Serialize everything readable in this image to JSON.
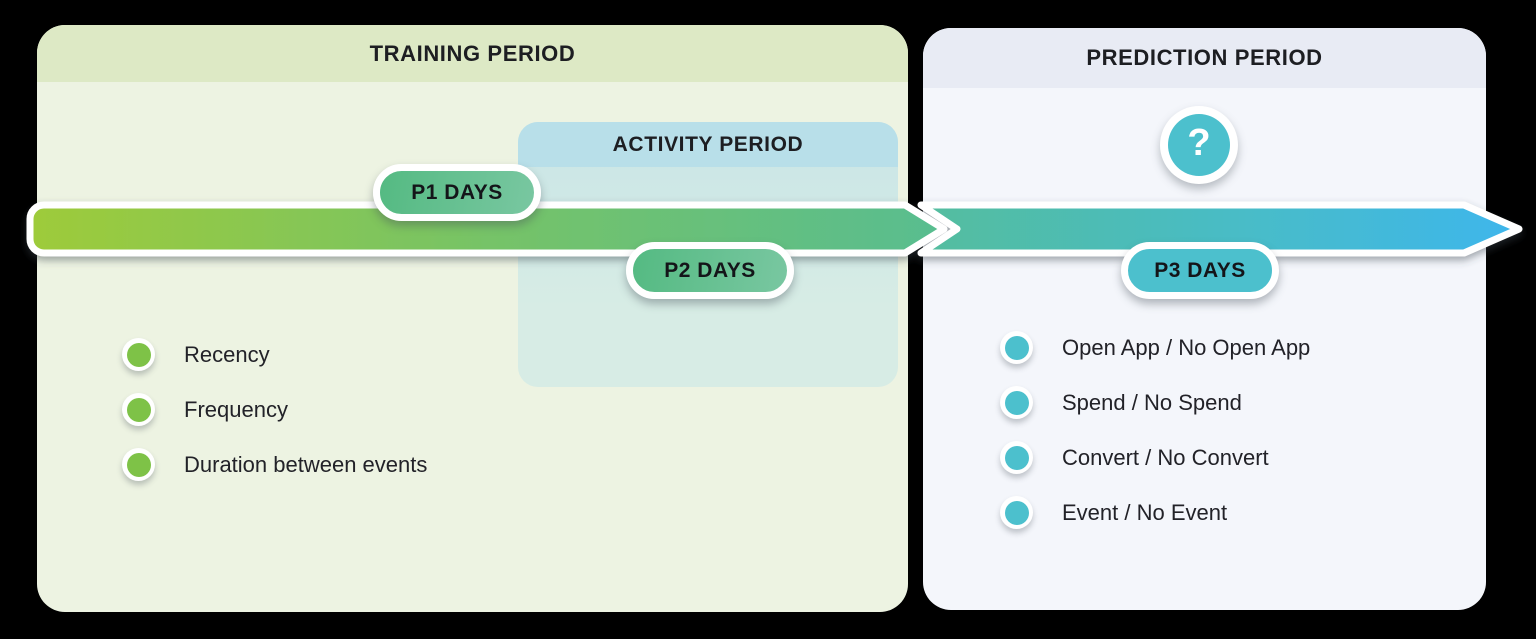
{
  "training_panel": {
    "title": "TRAINING PERIOD",
    "features": [
      "Recency",
      "Frequency",
      "Duration between events"
    ]
  },
  "activity_panel": {
    "title": "ACTIVITY PERIOD"
  },
  "prediction_panel": {
    "title": "PREDICTION PERIOD",
    "question_mark": "?",
    "outcomes": [
      "Open App / No Open App",
      "Spend / No Spend",
      "Convert / No Convert",
      "Event / No Event"
    ]
  },
  "timeline": {
    "p1_label": "P1 DAYS",
    "p2_label": "P2 DAYS",
    "p3_label": "P3 DAYS"
  },
  "colors": {
    "background": "#000000",
    "training_header_bg": "#dde9c5",
    "training_body_bg": "#edf3e2",
    "prediction_header_bg": "#e8ebf4",
    "prediction_body_bg": "#f4f6fb",
    "activity_header_bg": "#b8dfe9",
    "activity_body_top": "#c9e5e6",
    "activity_body_bottom": "#d7ece5",
    "arrow_green_start": "#9ecb3a",
    "arrow_green_mid": "#76c367",
    "arrow_green_end": "#58bd90",
    "arrow_teal_start": "#54bd9e",
    "arrow_teal_mid": "#48bcc8",
    "arrow_blue_end": "#3eb6ec",
    "pill_green_1": "#54ba82",
    "pill_green_2": "#79c7a1",
    "teal_accent": "#4cc0cd",
    "green_bullet": "#7ec247",
    "text_dark": "#1d1e22"
  }
}
